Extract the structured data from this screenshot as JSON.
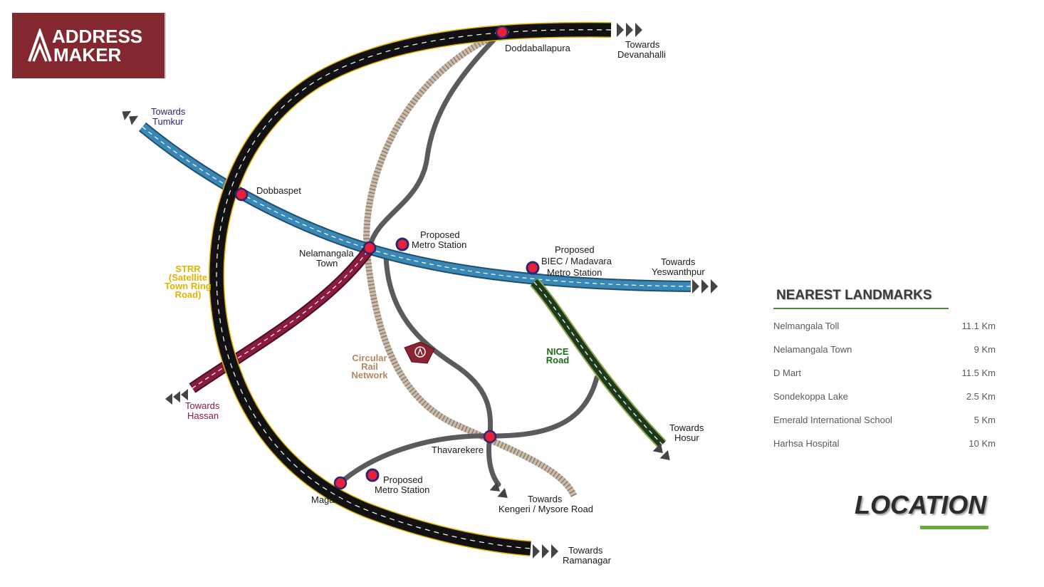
{
  "brand": {
    "line1": "ADDRESS",
    "line2": "MAKER"
  },
  "colors": {
    "brand": "#84282f",
    "highway": "#111111",
    "tumkur_road": "#3a88b5",
    "hassan_road": "#8a1a3e",
    "nice_road": "#1d4a1d",
    "grey_road": "#5b5b5d",
    "rail": "#b8a99a",
    "node": "#e8213a",
    "metro": "#2b2672",
    "strr_label": "#e0b400",
    "rail_label": "#b08a63",
    "nice_label": "#1d6b1d",
    "accent_green": "#6aaa3a"
  },
  "map": {
    "labels": {
      "doddaballapura": "Doddaballapura",
      "devanahalli_1": "Towards",
      "devanahalli_2": "Devanahalli",
      "tumkur_1": "Towards",
      "tumkur_2": "Tumkur",
      "dobbaspet": "Dobbaspet",
      "nelamangala_1": "Nelamangala",
      "nelamangala_2": "Town",
      "metro1_1": "Proposed",
      "metro1_2": "Metro Station",
      "biec_1": "Proposed",
      "biec_2": "BIEC / Madavara",
      "biec_3": "Metro Station",
      "yeswanthpur_1": "Towards",
      "yeswanthpur_2": "Yeswanthpur",
      "strr_1": "STRR",
      "strr_2": "(Satellite",
      "strr_3": "Town Ring",
      "strr_4": "Road)",
      "rail_1": "Circular",
      "rail_2": "Rail",
      "rail_3": "Network",
      "nice_1": "NICE",
      "nice_2": "Road",
      "hassan_1": "Towards",
      "hassan_2": "Hassan",
      "hosur_1": "Towards",
      "hosur_2": "Hosur",
      "thavarekere": "Thavarekere",
      "metro2_1": "Proposed",
      "metro2_2": "Metro Station",
      "magadi": "Magadi",
      "kengeri_1": "Towards",
      "kengeri_2": "Kengeri / Mysore Road",
      "ramanagar_1": "Towards",
      "ramanagar_2": "Ramanagar"
    }
  },
  "landmarks": {
    "title": "NEAREST LANDMARKS",
    "items": [
      {
        "name": "Nelmangala Toll",
        "distance": "11.1 Km"
      },
      {
        "name": "Nelamangala Town",
        "distance": "9 Km"
      },
      {
        "name": "D Mart",
        "distance": "11.5 Km"
      },
      {
        "name": "Sondekoppa Lake",
        "distance": "2.5 Km"
      },
      {
        "name": "Emerald International School",
        "distance": "5 Km"
      },
      {
        "name": "Harhsa Hospital",
        "distance": "10 Km"
      }
    ]
  },
  "section_title": "LOCATION"
}
